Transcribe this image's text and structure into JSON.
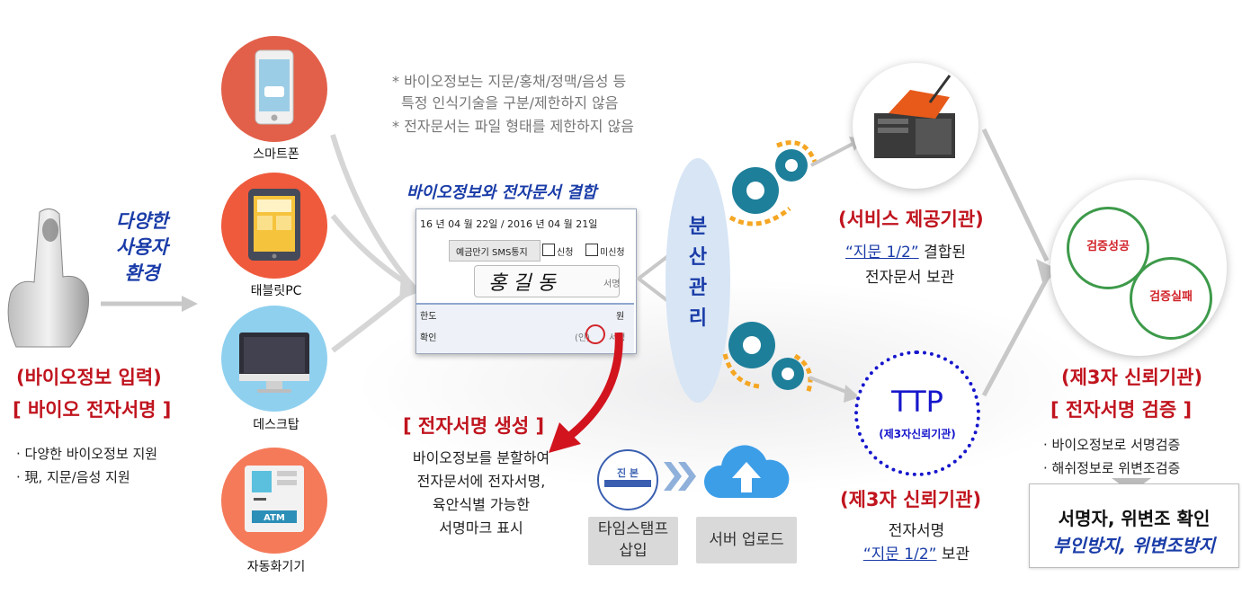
{
  "left": {
    "env_title": "다양한\n사용자\n환경",
    "input_title_1": "(바이오정보 입력)",
    "input_title_2": "[ 바이오 전자서명 ]",
    "bullets": [
      "· 다양한 바이오정보 지원",
      "· 現, 지문/음성 지원"
    ]
  },
  "devices": [
    {
      "label": "스마트폰",
      "icon": "smartphone-icon",
      "color": "#e2604a"
    },
    {
      "label": "태블릿PC",
      "icon": "tablet-icon",
      "color": "#ef5a3c"
    },
    {
      "label": "데스크탑",
      "icon": "desktop-icon",
      "color": "#8fd0ef"
    },
    {
      "label": "자동화기기",
      "icon": "atm-icon",
      "color": "#f57a5a"
    }
  ],
  "notes": [
    "* 바이오정보는 지문/홍채/정맥/음성 등",
    "특정 인식기술을 구분/제한하지 않음",
    "* 전자문서는 파일 형태를 제한하지 않음"
  ],
  "combine_title": "바이오정보와 전자문서 결합",
  "document": {
    "date_row": "16 년  04 월 22일 /    2016 년  04 월  21일",
    "row2_a": "예금만기 SMS통지",
    "row2_b": "신청",
    "row2_c": "미신청",
    "signature": "홍 길 동",
    "sign_label": "서명",
    "row4_a": "한도",
    "row4_b": "원",
    "row5_a": "확인",
    "row5_b": "(인)",
    "row5_c": "서명"
  },
  "signature_gen": {
    "title": "[ 전자서명 생성 ]",
    "lines": [
      "바이오정보를 분할하여",
      "전자문서에 전자서명,",
      "육안식별 가능한",
      "서명마크 표시"
    ]
  },
  "timestamp": {
    "stamp_top": "진 본",
    "box1": "타임스탬프\n삽입",
    "box2": "서버 업로드"
  },
  "distributed": "분\n산\n관\n리",
  "service": {
    "title": "(서비스 제공기관)",
    "line1_link": "“지문 1/2”",
    "line1_rest": " 결합된",
    "line2": "전자문서 보관"
  },
  "ttp": {
    "big": "TTP",
    "small": "(제3자신뢰기관)",
    "title": "(제3자 신뢰기관)",
    "line1": "전자서명",
    "line2_link": "“지문 1/2”",
    "line2_rest": " 보관"
  },
  "verify": {
    "title1": "(제3자 신뢰기관)",
    "title2": "[ 전자서명 검증 ]",
    "bullets": [
      "· 바이오정보로 서명검증",
      "· 해쉬정보로 위변조검증"
    ],
    "box_line1": "서명자, 위변조 확인",
    "box_line2": "부인방지, 위변조방지",
    "stamp1": "검증성공",
    "stamp2": "검증실패"
  },
  "colors": {
    "red": "#c0141e",
    "blue": "#1a3ca8",
    "gear": "#1e7f9a",
    "orange": "#f5a623"
  }
}
